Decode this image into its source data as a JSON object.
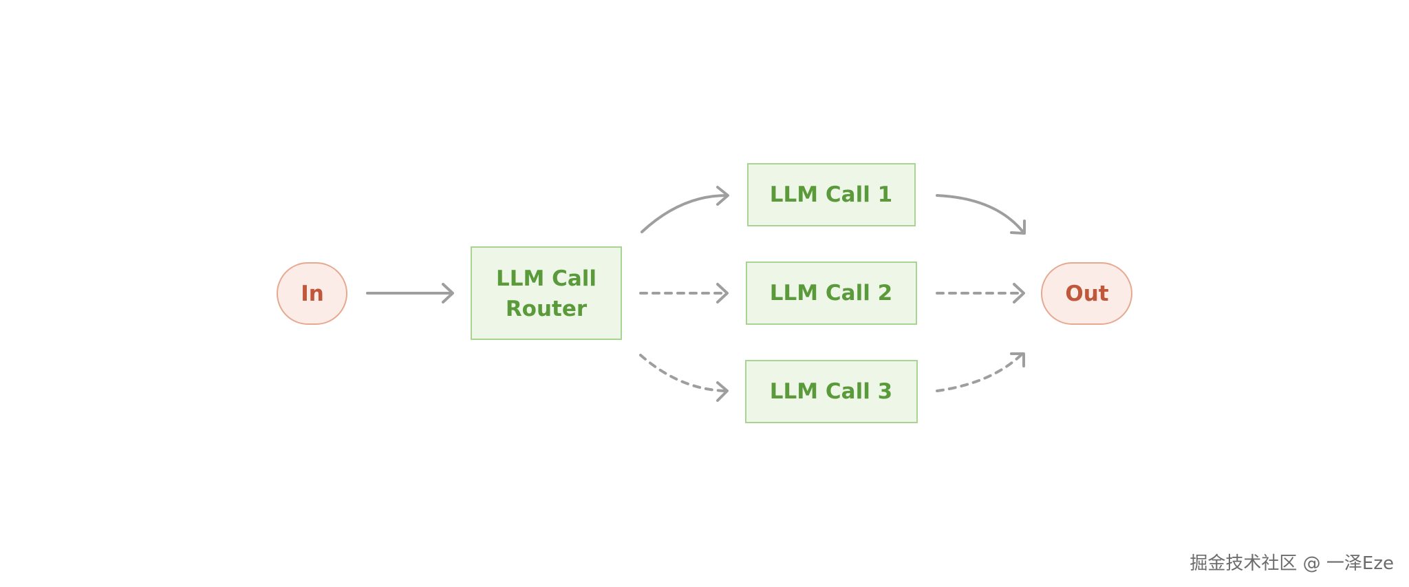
{
  "nodes": {
    "input": {
      "label": "In"
    },
    "router": {
      "line1": "LLM Call",
      "line2": "Router"
    },
    "call_1": {
      "label": "LLM Call 1"
    },
    "call_2": {
      "label": "LLM Call 2"
    },
    "call_3": {
      "label": "LLM Call 3"
    },
    "output": {
      "label": "Out"
    }
  },
  "edges": [
    {
      "from": "In",
      "to": "LLM Call Router",
      "style": "solid"
    },
    {
      "from": "LLM Call Router",
      "to": "LLM Call 1",
      "style": "solid"
    },
    {
      "from": "LLM Call Router",
      "to": "LLM Call 2",
      "style": "dashed"
    },
    {
      "from": "LLM Call Router",
      "to": "LLM Call 3",
      "style": "dashed"
    },
    {
      "from": "LLM Call 1",
      "to": "Out",
      "style": "solid"
    },
    {
      "from": "LLM Call 2",
      "to": "Out",
      "style": "dashed"
    },
    {
      "from": "LLM Call 3",
      "to": "Out",
      "style": "dashed"
    }
  ],
  "colors": {
    "io_fill": "#fcece7",
    "io_stroke": "#e6a88f",
    "io_text": "#c0563a",
    "llm_fill": "#eef6e8",
    "llm_stroke": "#a7d490",
    "llm_text": "#5a9a3a",
    "arrow": "#9e9e9e"
  },
  "watermark": "掘金技术社区 @ 一泽Eze"
}
